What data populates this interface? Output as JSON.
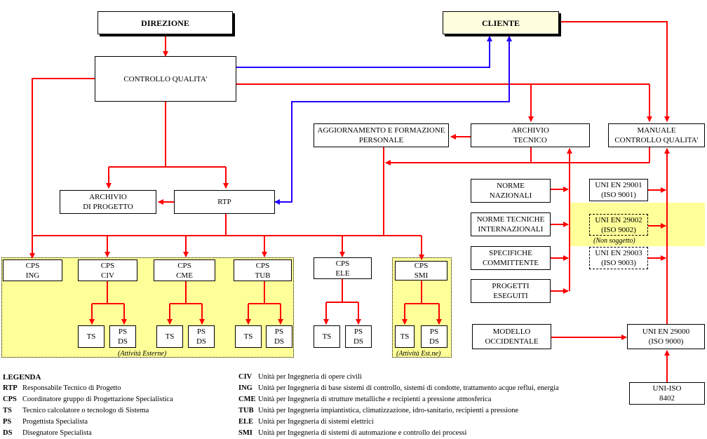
{
  "nodes": {
    "direzione": "DIREZIONE",
    "cliente": "CLIENTE",
    "controllo_qualita": "CONTROLLO QUALITA'",
    "aggiornamento": "AGGIORNAMENTO E FORMAZIONE\nPERSONALE",
    "archivio_tecnico": "ARCHIVIO\nTECNICO",
    "manuale": "MANUALE\nCONTROLLO QUALITA'",
    "archivio_progetto": "ARCHIVIO\nDI PROGETTO",
    "rtp": "RTP",
    "norme_nazionali": "NORME\nNAZIONALI",
    "norme_tecniche": "NORME TECNICHE\nINTERNAZIONALI",
    "specifiche": "SPECIFICHE\nCOMMITTENTE",
    "progetti": "PROGETTI\nESEGUITI",
    "modello": "MODELLO\nOCCIDENTALE",
    "uni29001": "UNI EN 29001\n(ISO 9001)",
    "uni29002": "UNI EN 29002\n(ISO 9002)",
    "uni29003": "UNI EN 29003\n(ISO 9003)",
    "uni29000": "UNI EN 29000\n(ISO 9000)",
    "uniiso8402": "UNI-ISO\n8402",
    "cps_ing": "CPS\nING",
    "cps_civ": "CPS\nCIV",
    "cps_cme": "CPS\nCME",
    "cps_tub": "CPS\nTUB",
    "cps_ele": "CPS\nELE",
    "cps_smi": "CPS\nSMI",
    "ts": "TS",
    "psds": "PS\nDS"
  },
  "captions": {
    "esterne": "(Attività Esterne)",
    "estne": "(Attività Est.ne)",
    "non_soggetto": "(Non soggetto)"
  },
  "legend": {
    "title": "LEGENDA",
    "left": [
      {
        "abbr": "RTP",
        "text": "Responsabile Tecnico di Progetto"
      },
      {
        "abbr": "CPS",
        "text": "Coordinatore gruppo di Progettazione Specialistica"
      },
      {
        "abbr": "TS",
        "text": "Tecnico calcolatore o tecnologo di Sistema"
      },
      {
        "abbr": "PS",
        "text": "Progettista Specialista"
      },
      {
        "abbr": "DS",
        "text": "Disegnatore Specialista"
      }
    ],
    "right": [
      {
        "abbr": "CIV",
        "text": "Unità per Ingegneria di opere civili"
      },
      {
        "abbr": "ING",
        "text": "Unità per Ingegneria di base sistemi di controllo, sistemi di condotte, trattamento acque reflui, energia"
      },
      {
        "abbr": "CME",
        "text": "Unità per Ingegneria di strutture metalliche e recipienti a pressione atmosferica"
      },
      {
        "abbr": "TUB",
        "text": "Unità per Ingegneria impiantistica, climatizzazione, idro-sanitario, recipienti a pressione"
      },
      {
        "abbr": "ELE",
        "text": "Unità per Ingegneria di sistemi elettrici"
      },
      {
        "abbr": "SMI",
        "text": "Unità per Ingegneria di sistemi di automazione e controllo dei processi"
      }
    ]
  },
  "colors": {
    "flow": "#ff0000",
    "feedback": "#2200ff",
    "zone": "#ffff99",
    "cliente": "#ffffe0"
  }
}
